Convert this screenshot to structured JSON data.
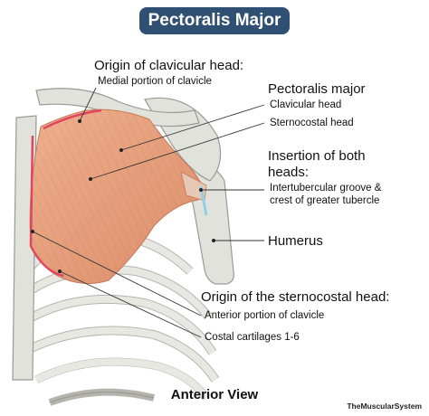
{
  "title": "Pectoralis Major",
  "labels": {
    "origin_clavicular_head": "Origin of clavicular head:",
    "medial_portion_clavicle": "Medial portion of clavicle",
    "pectoralis_major": "Pectoralis major",
    "clavicular_head": "Clavicular head",
    "sternocostal_head": "Sternocostal head",
    "insertion_line1": "Insertion of both",
    "insertion_line2": "heads:",
    "groove_line1": "Intertubercular groove &",
    "groove_line2": "crest of greater tubercle",
    "humerus": "Humerus",
    "origin_sternocostal_head": "Origin of the sternocostal head:",
    "anterior_portion_clavicle": "Anterior portion of clavicle",
    "costal_cartilages": "Costal cartilages 1-6"
  },
  "view": "Anterior View",
  "brand": "TheMuscularSystem",
  "colors": {
    "title_bg": "#2f4f73",
    "muscle": "#e9a47f",
    "muscle_dark": "#d9815f",
    "bone": "#e2e2dc",
    "bone_outline": "#9a9a94",
    "origin_marker": "#e0465f",
    "insertion_marker": "#8fd0ea"
  }
}
